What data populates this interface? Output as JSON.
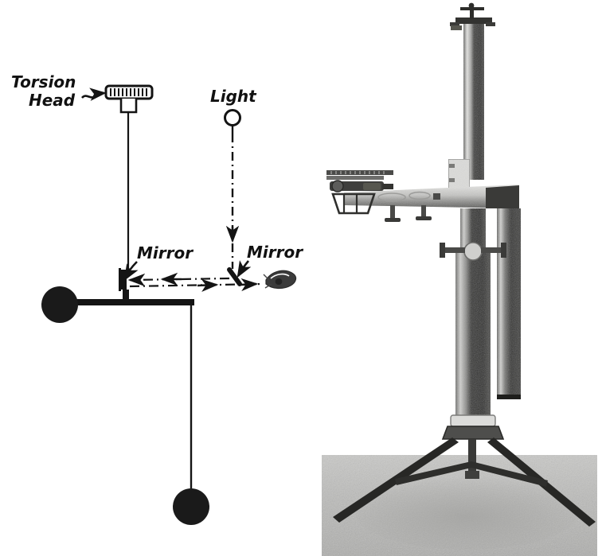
{
  "figure": {
    "caption_present": false,
    "panels": [
      {
        "name": "schematic-diagram",
        "side": "left"
      },
      {
        "name": "apparatus-photograph",
        "side": "right"
      }
    ]
  },
  "diagram": {
    "labels": {
      "torsion_head_line1": "Torsion",
      "torsion_head_line2": "Head",
      "light": "Light",
      "mirror_left": "Mirror",
      "mirror_right": "Mirror"
    },
    "parts": [
      {
        "name": "torsion-head-drum",
        "label": "Torsion Head"
      },
      {
        "name": "suspension-fiber",
        "label": ""
      },
      {
        "name": "small-mirror",
        "label": "Mirror"
      },
      {
        "name": "tilted-mirror",
        "label": "Mirror"
      },
      {
        "name": "lamp",
        "label": "Light"
      },
      {
        "name": "balance-beam",
        "label": ""
      },
      {
        "name": "left-mass-ball",
        "label": ""
      },
      {
        "name": "hanging-wire",
        "label": ""
      },
      {
        "name": "lower-mass-ball",
        "label": ""
      },
      {
        "name": "observer-eye",
        "label": ""
      },
      {
        "name": "light-ray-incoming",
        "label": ""
      },
      {
        "name": "light-ray-to-mirror",
        "label": ""
      },
      {
        "name": "light-ray-to-eye",
        "label": ""
      }
    ],
    "colors": {
      "ink": "#141414",
      "paper": "#ffffff"
    },
    "torsion_head_ticks": 11
  },
  "photograph": {
    "parts": [
      {
        "name": "upper-column",
        "label": ""
      },
      {
        "name": "top-cross-fitting",
        "label": ""
      },
      {
        "name": "horizontal-arm",
        "label": ""
      },
      {
        "name": "telescope-assembly",
        "label": ""
      },
      {
        "name": "instrument-housing-box",
        "label": ""
      },
      {
        "name": "hanging-cylinder-weight",
        "label": ""
      },
      {
        "name": "lower-column",
        "label": ""
      },
      {
        "name": "collar-knob",
        "label": ""
      },
      {
        "name": "tripod-base",
        "label": ""
      },
      {
        "name": "ground-surface",
        "label": ""
      }
    ],
    "colors": {
      "ground": "#b9b9b7",
      "metal_dark": "#2a2a2a",
      "metal_light": "#d8d8d6",
      "metal_mid": "#8a8a88"
    }
  }
}
